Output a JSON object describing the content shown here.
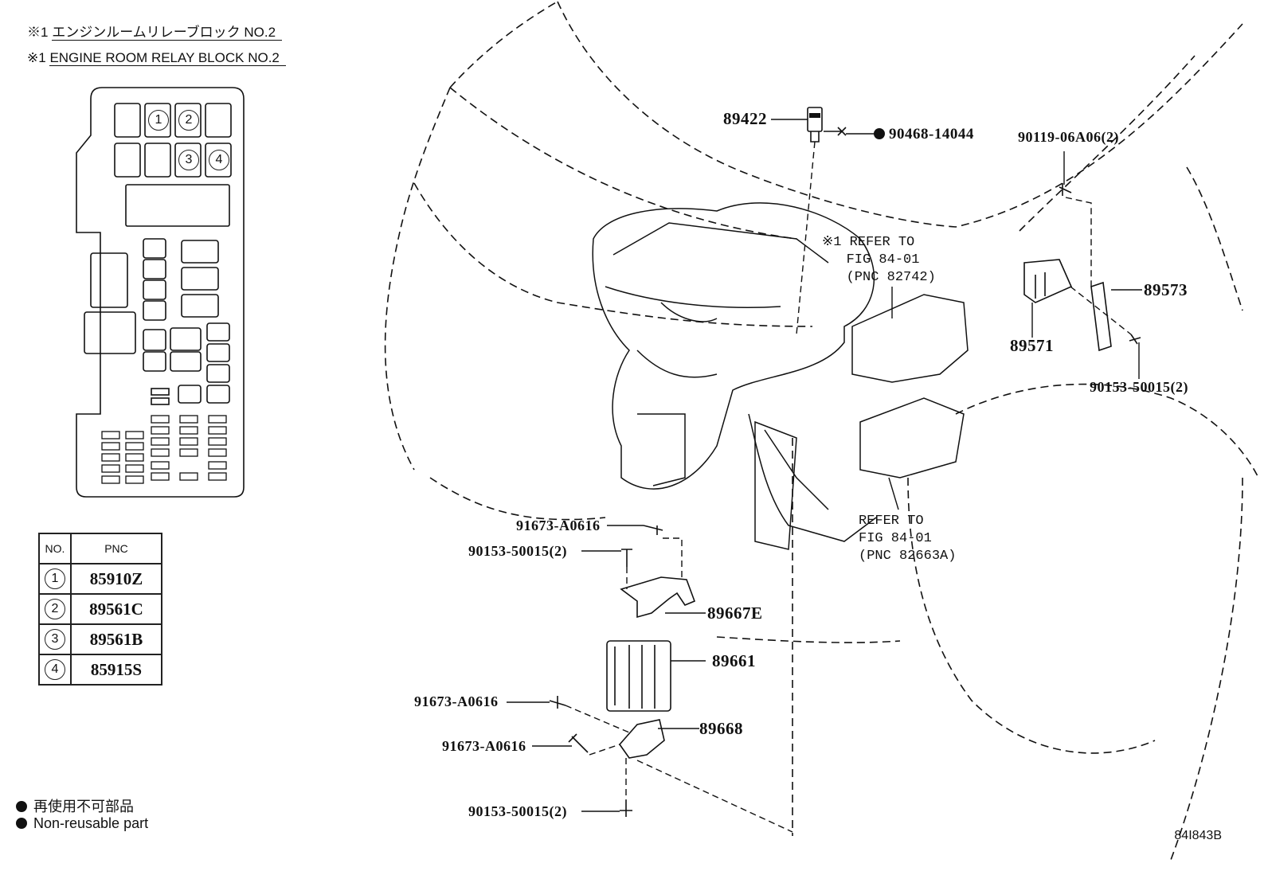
{
  "header": {
    "mark": "※1",
    "title_jp": "エンジンルームリレーブロック NO.2",
    "title_en": "ENGINE ROOM RELAY BLOCK NO.2"
  },
  "relay_block": {
    "slot_1": "1",
    "slot_2": "2",
    "slot_3": "3",
    "slot_4": "4"
  },
  "pnc_table": {
    "col_no": "NO.",
    "col_pnc": "PNC",
    "rows": [
      {
        "no": "1",
        "pnc": "85910Z"
      },
      {
        "no": "2",
        "pnc": "89561C"
      },
      {
        "no": "3",
        "pnc": "89561B"
      },
      {
        "no": "4",
        "pnc": "85915S"
      }
    ]
  },
  "parts": {
    "p89422": "89422",
    "p90468": "90468-14044",
    "p90119": "90119-06A06(2)",
    "p89573": "89573",
    "p89571": "89571",
    "p90153_r": "90153-50015(2)",
    "p91673_a": "91673-A0616",
    "p90153_a": "90153-50015(2)",
    "p89667e": "89667E",
    "p89661": "89661",
    "p91673_b": "91673-A0616",
    "p89668": "89668",
    "p91673_c": "91673-A0616",
    "p90153_b": "90153-50015(2)"
  },
  "refs": {
    "ref1": "※1 REFER TO\n   FIG 84-01\n   (PNC 82742)",
    "ref2": "REFER TO\nFIG 84-01\n(PNC 82663A)"
  },
  "legend": {
    "jp": "再使用不可部品",
    "en": "Non-reusable part"
  },
  "figure_code": "84I843B"
}
